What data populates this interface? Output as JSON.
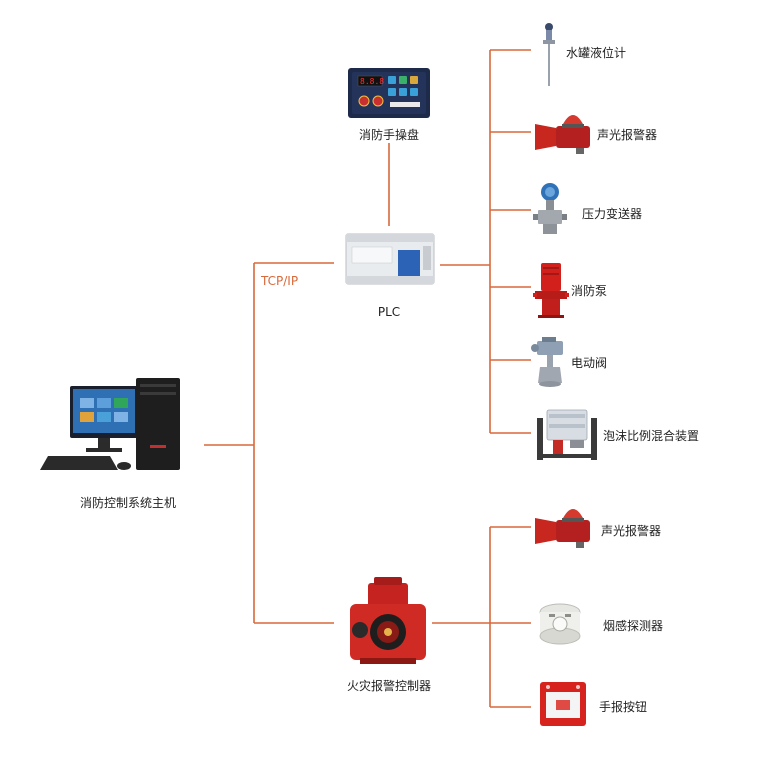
{
  "colors": {
    "line": "#d9693b",
    "protocol_text": "#d9693b",
    "label_text": "#222222"
  },
  "host": {
    "label": "消防控制系统主机",
    "icon": "desktop-computer-icon"
  },
  "protocol_label": "TCP/IP",
  "panel": {
    "label": "消防手操盘",
    "icon": "control-panel-icon"
  },
  "plc": {
    "label": "PLC",
    "icon": "plc-module-icon"
  },
  "plc_devices": [
    {
      "label": "水罐液位计",
      "icon": "level-gauge-icon"
    },
    {
      "label": "声光报警器",
      "icon": "siren-alarm-icon"
    },
    {
      "label": "压力变送器",
      "icon": "pressure-transmitter-icon"
    },
    {
      "label": "消防泵",
      "icon": "fire-pump-icon"
    },
    {
      "label": "电动阀",
      "icon": "electric-valve-icon"
    },
    {
      "label": "泡沫比例混合装置",
      "icon": "foam-mixer-icon"
    }
  ],
  "fire_controller": {
    "label": "火灾报警控制器",
    "icon": "fire-alarm-controller-icon"
  },
  "fire_devices": [
    {
      "label": "声光报警器",
      "icon": "siren-alarm-icon"
    },
    {
      "label": "烟感探测器",
      "icon": "smoke-detector-icon"
    },
    {
      "label": "手报按钮",
      "icon": "manual-call-point-icon"
    }
  ]
}
